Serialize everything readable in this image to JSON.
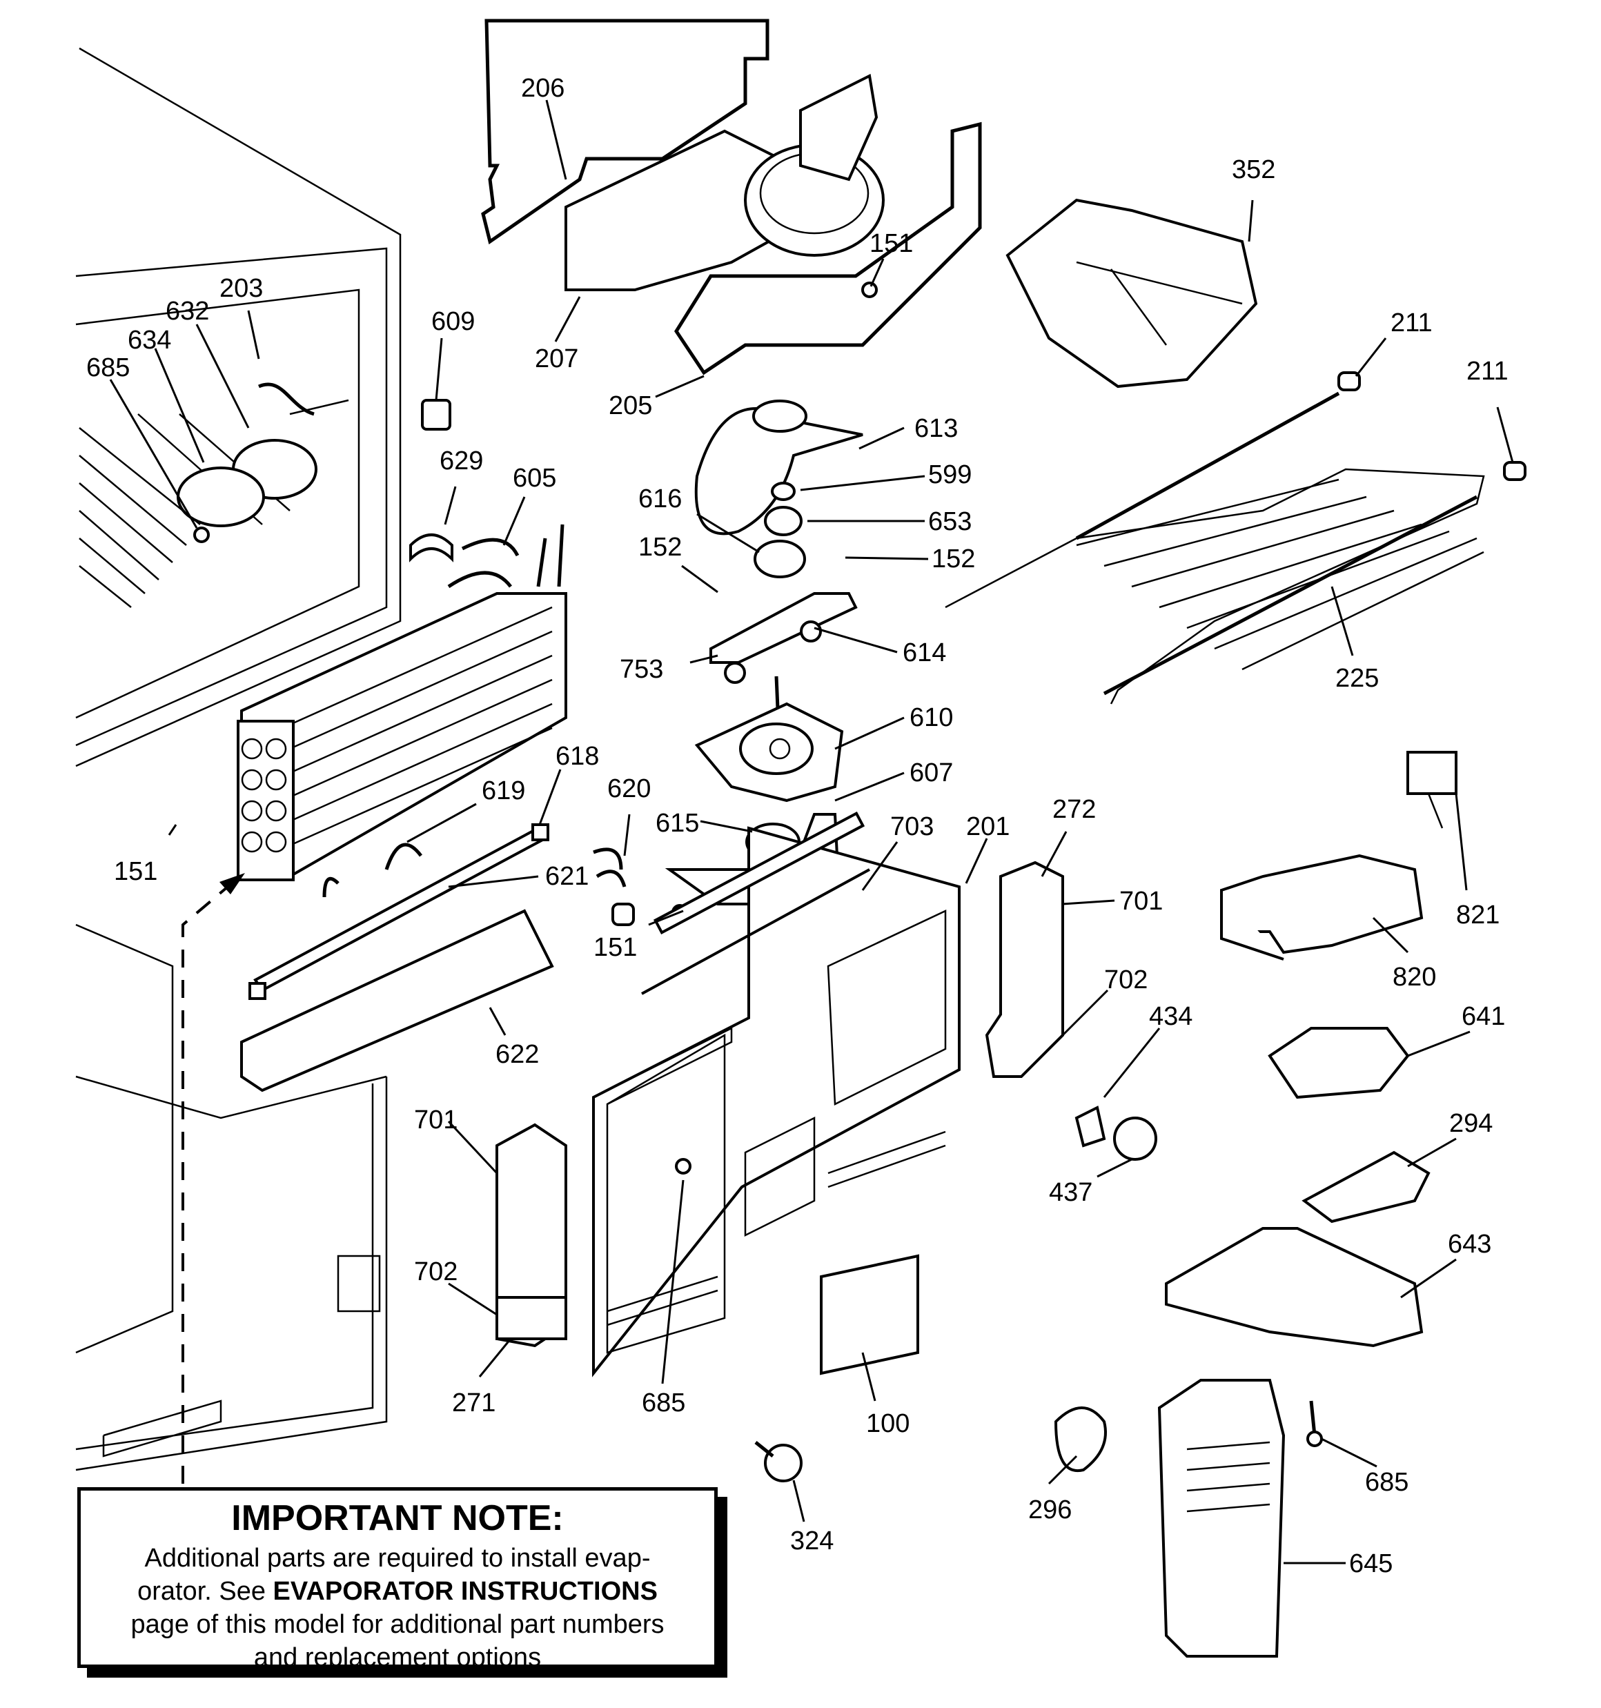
{
  "callouts": [
    "206",
    "207",
    "205",
    "151",
    "352",
    "211",
    "211",
    "609",
    "203",
    "632",
    "634",
    "685",
    "629",
    "605",
    "613",
    "599",
    "616",
    "653",
    "152",
    "152",
    "753",
    "614",
    "610",
    "607",
    "225",
    "618",
    "619",
    "620",
    "615",
    "703",
    "201",
    "272",
    "701",
    "151",
    "621",
    "151",
    "622",
    "702",
    "434",
    "820",
    "821",
    "641",
    "437",
    "294",
    "701",
    "702",
    "271",
    "685",
    "100",
    "643",
    "685",
    "324",
    "296",
    "645"
  ],
  "note": {
    "title": "IMPORTANT NOTE:",
    "line1": "Additional parts are required to install evap-",
    "line2_pre": "orator.  See ",
    "line2_bold": "EVAPORATOR INSTRUCTIONS",
    "line3": "page of this model for additional part numbers",
    "line4": "and replacement options"
  }
}
